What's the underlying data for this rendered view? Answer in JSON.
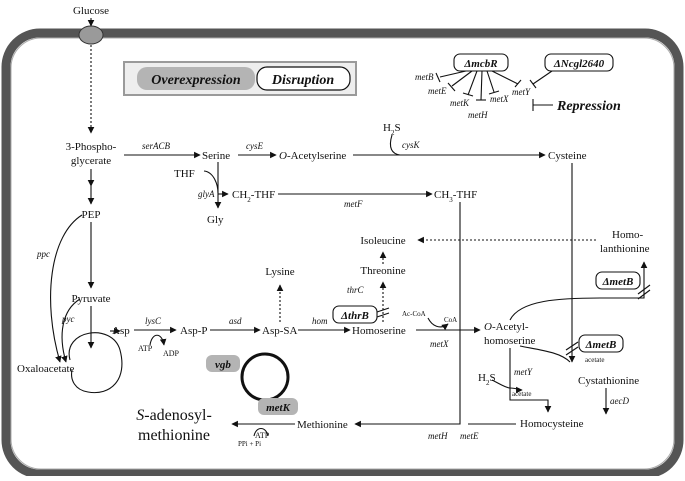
{
  "metabolites": {
    "glucose": "Glucose",
    "phosphoglycerate_1": "3-Phospho-",
    "phosphoglycerate_2": "glycerate",
    "pep": "PEP",
    "pyruvate": "Pyruvate",
    "oxaloacetate": "Oxaloacetate",
    "asp": "Asp",
    "asp_p": "Asp-P",
    "asp_sa": "Asp-SA",
    "lysine": "Lysine",
    "homoserine": "Homoserine",
    "threonine": "Threonine",
    "isoleucine": "Isoleucine",
    "serine": "Serine",
    "thf": "THF",
    "ch2_thf": "CH",
    "ch2_thf_sub": "2",
    "ch2_thf_tail": "-THF",
    "ch3_thf": "CH",
    "ch3_thf_sub": "3",
    "ch3_thf_tail": "-THF",
    "gly": "Gly",
    "o_acetylserine_prefix": "O",
    "o_acetylserine": "-Acetylserine",
    "h2s_top": "H",
    "h2s_top_sub": "2",
    "h2s_top_tail": "S",
    "cysteine": "Cysteine",
    "o_acetylhomoserine_prefix": "O",
    "o_acetylhomoserine_1": "-Acetyl-",
    "o_acetylhomoserine_2": "homoserine",
    "cystathionine": "Cystathionine",
    "homocysteine": "Homocysteine",
    "homolanthionine_1": "Homo-",
    "homolanthionine_2": "lanthionine",
    "methionine": "Methionine",
    "sam_1": "S",
    "sam_1_tail": "-adenosyl-",
    "sam_2": "methionine",
    "h2s_bottom": "H",
    "h2s_bottom_sub": "2",
    "h2s_bottom_tail": "S"
  },
  "cofactors": {
    "atp_asp": "ATP",
    "adp": "ADP",
    "ac_coa": "Ac-CoA",
    "coa": "CoA",
    "acetate_1": "acetate",
    "acetate_2": "acetate",
    "atp_sam": "ATP",
    "ppi_pi": "PPi + Pi"
  },
  "enzymes": {
    "serACB": "serACB",
    "cysE": "cysE",
    "cysK": "cysK",
    "glyA": "glyA",
    "metF": "metF",
    "ppc": "ppc",
    "pyc": "pyc",
    "lysC": "lysC",
    "asd": "asd",
    "hom": "hom",
    "thrC": "thrC",
    "metX": "metX",
    "metY_1": "metY",
    "aecD": "aecD",
    "metH": "metH",
    "metE": "metE"
  },
  "modifications": {
    "delta_thrB": "ΔthrB",
    "delta_metB_1": "ΔmetB",
    "delta_metB_2": "ΔmetB",
    "vgb": "vgb",
    "metK": "metK"
  },
  "legend": {
    "overexpression": "Overexpression",
    "disruption": "Disruption",
    "repression": "Repression"
  },
  "regulation": {
    "delta_mcbR": "ΔmcbR",
    "delta_ncgl": "ΔNcgl2640",
    "targets": [
      "metB",
      "metE",
      "metK",
      "metH",
      "metX",
      "metY"
    ]
  },
  "colors": {
    "cell_border": "#555555",
    "overexpression_fill": "#b4b4b4",
    "legend_frame": "#9a9a9a"
  }
}
